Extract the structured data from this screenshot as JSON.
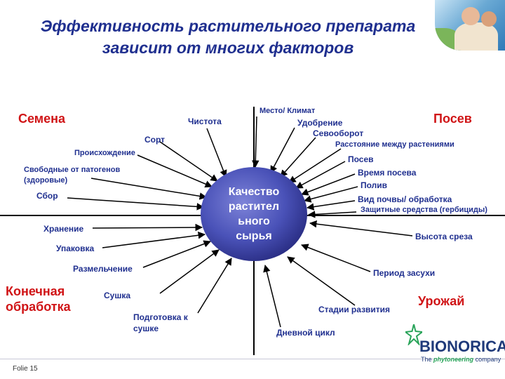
{
  "title": {
    "line1": "Эффективность растительного препарата",
    "line2": "зависит от многих факторов"
  },
  "center": {
    "text": "Качество растител ьного сырья"
  },
  "quadrants": {
    "seeds": "Семена",
    "sowing": "Посев",
    "processing": "Конечная обработка",
    "harvest": "Урожай"
  },
  "factors": {
    "chistota": "Чистота",
    "sort": "Сорт",
    "proiskhozhdenie": "Происхождение",
    "svobodnye": "Свободные от патогенов (здоровые)",
    "sbor": "Сбор",
    "khranenie": "Хранение",
    "upakovka": "Упаковка",
    "razmelchenie": "Размельчение",
    "sushka": "Сушка",
    "podgotovka": "Подготовка к сушке",
    "mesto": "Место/ Климат",
    "udobrenie": "Удобрение",
    "sevooborot": "Севооборот",
    "rasstoyanie": "Расстояние между растениями",
    "posev": "Посев",
    "vremya": "Время посева",
    "poliv": "Полив",
    "vid_pochvy": "Вид почвы/ обработка",
    "zashchitnye": "Защитные средства (гербициды)",
    "vysota": "Высота среза",
    "period": "Период засухи",
    "stadii": "Стадии развития",
    "dnevnoy": "Дневной цикл"
  },
  "footer": {
    "folie": "Folie 15",
    "logo": "BIONORICA",
    "tagline_pre": "The",
    "tagline_brand": "phytoneering",
    "tagline_post": "company"
  },
  "colors": {
    "title": "#1f2f8f",
    "labels": "#1f2f8f",
    "quadrant": "#d01416",
    "center_fill": "#4a52b8"
  }
}
